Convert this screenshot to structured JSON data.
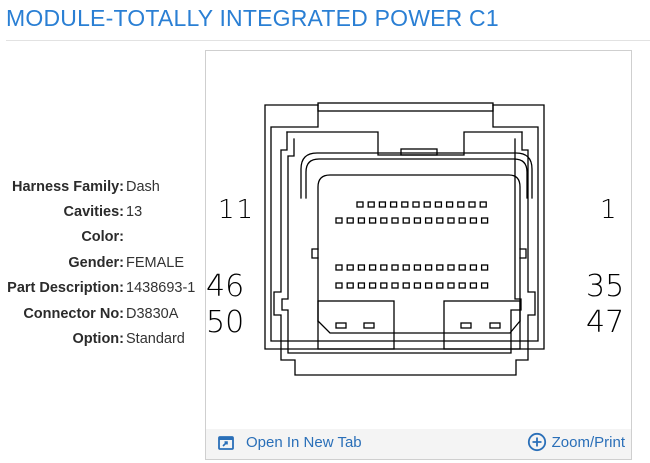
{
  "page": {
    "title": "MODULE-TOTALLY INTEGRATED POWER C1"
  },
  "specs": [
    {
      "label": "Harness Family:",
      "value": "Dash"
    },
    {
      "label": "Cavities:",
      "value": "13"
    },
    {
      "label": "Color:",
      "value": ""
    },
    {
      "label": "Gender:",
      "value": "FEMALE"
    },
    {
      "label": "Part Description:",
      "value": "1438693-1"
    },
    {
      "label": "Connector No:",
      "value": "D3830A"
    },
    {
      "label": "Option:",
      "value": "Standard"
    }
  ],
  "diagram": {
    "pin_labels": {
      "top_left": "11",
      "top_right": "1",
      "mid_left": "46",
      "mid_right": "35",
      "bottom_left": "50",
      "bottom_right": "47"
    }
  },
  "footer": {
    "open_tab_label": "Open In New Tab",
    "zoom_print_label": "Zoom/Print"
  },
  "colors": {
    "title": "#2a7fd4",
    "link": "#2a6fb8"
  }
}
